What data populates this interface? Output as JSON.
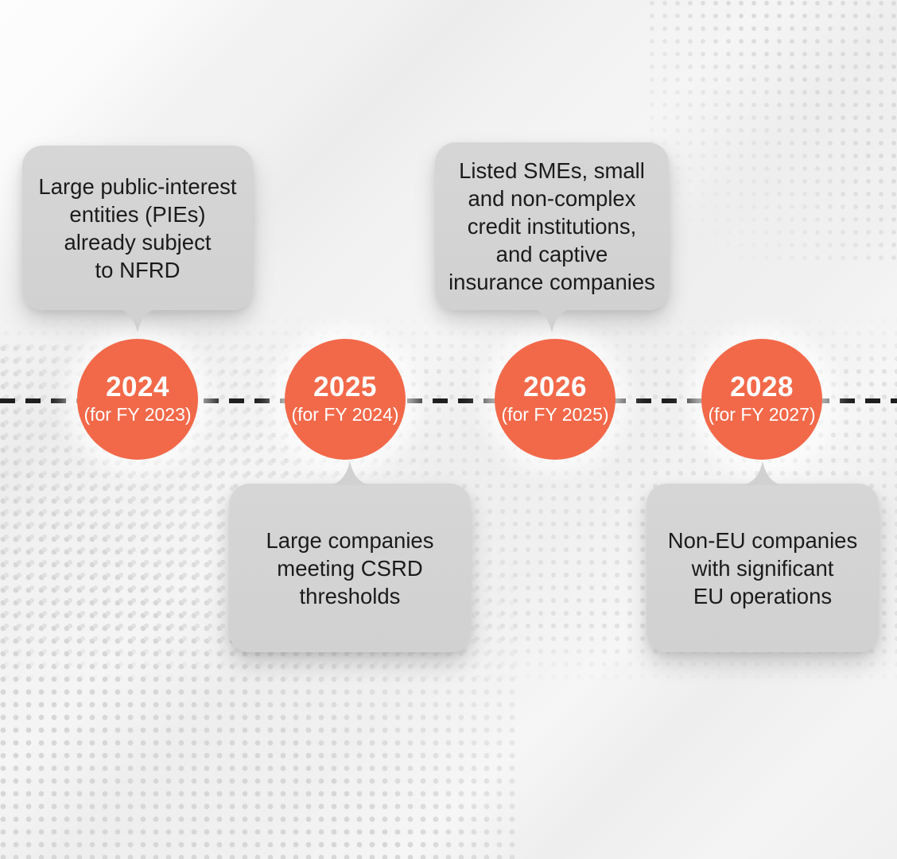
{
  "diagram": {
    "kind": "timeline",
    "colors": {
      "accent_orange": "#f2694a",
      "callout_gray": "#d3d3d3",
      "line_black": "#1e1e1e",
      "text_dark": "#1b1b1b",
      "background_gray": "#f1f1f1",
      "circle_text_white": "#ffffff"
    },
    "milestones": [
      {
        "year": "2024",
        "fiscal": "(for FY 2023)",
        "callout": "Large public-interest\nentities (PIEs)\nalready subject\nto NFRD",
        "callout_position": "above"
      },
      {
        "year": "2025",
        "fiscal": "(for FY 2024)",
        "callout": "Large companies\nmeeting CSRD\nthresholds",
        "callout_position": "below"
      },
      {
        "year": "2026",
        "fiscal": "(for FY 2025)",
        "callout": "Listed SMEs, small\nand non-complex\ncredit institutions,\nand captive\ninsurance companies",
        "callout_position": "above"
      },
      {
        "year": "2028",
        "fiscal": "(for FY 2027)",
        "callout": "Non-EU companies\nwith significant\nEU operations",
        "callout_position": "below"
      }
    ]
  }
}
